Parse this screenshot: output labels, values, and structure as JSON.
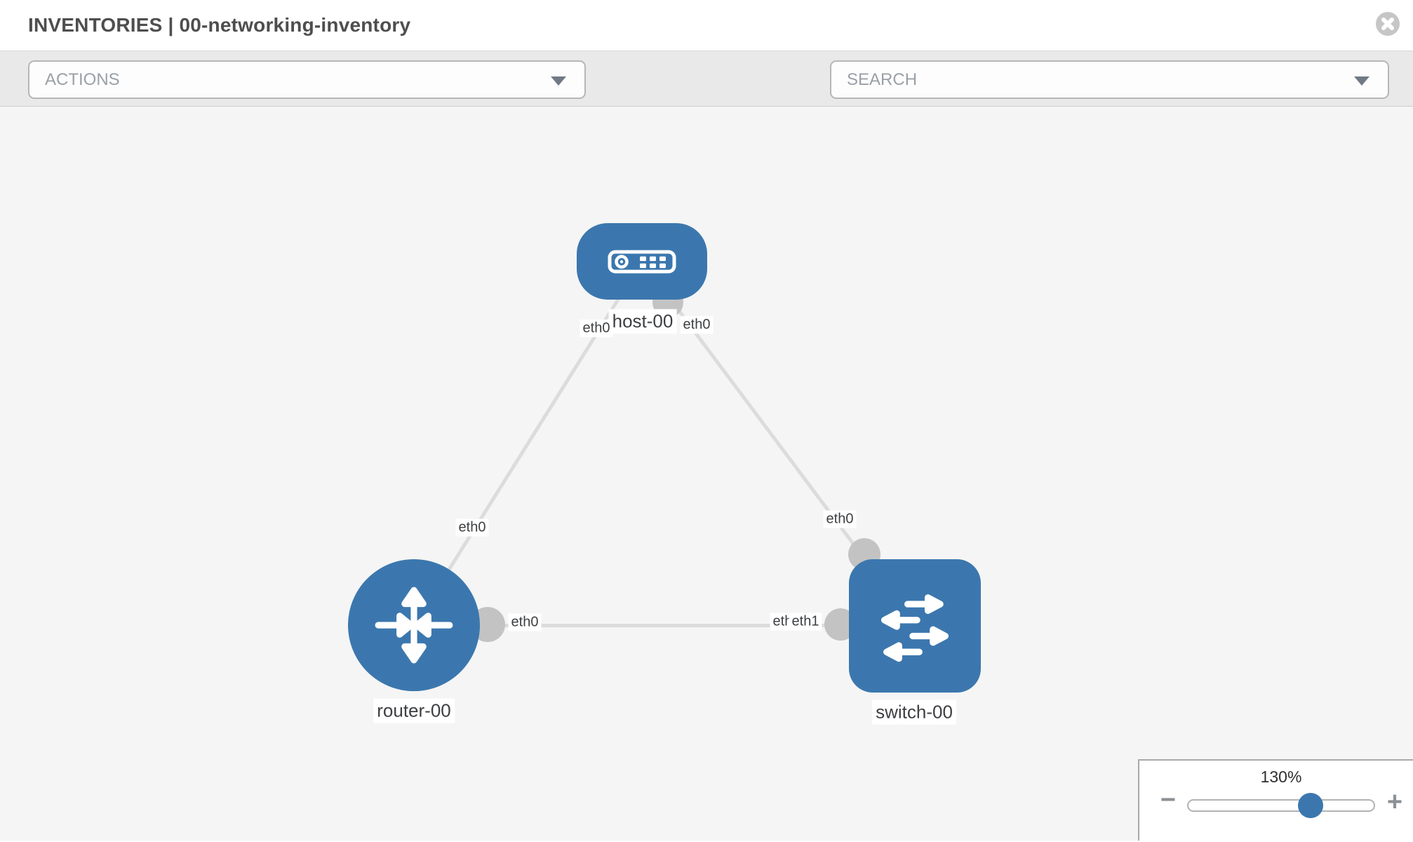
{
  "header": {
    "title": "INVENTORIES | 00-networking-inventory"
  },
  "toolbar": {
    "actions_label": "ACTIONS",
    "search_placeholder": "SEARCH",
    "icons": [
      "wrench-icon",
      "key-icon"
    ]
  },
  "graph": {
    "nodes": [
      {
        "id": "host-00",
        "label": "host-00",
        "type": "host"
      },
      {
        "id": "router-00",
        "label": "router-00",
        "type": "router"
      },
      {
        "id": "switch-00",
        "label": "switch-00",
        "type": "switch"
      }
    ],
    "links": [
      {
        "from": "host-00",
        "to": "router-00",
        "from_interface": "eth0",
        "to_interface": "eth0"
      },
      {
        "from": "host-00",
        "to": "switch-00",
        "from_interface": "eth0",
        "to_interface": "eth0"
      },
      {
        "from": "router-00",
        "to": "switch-00",
        "from_interface": "eth0",
        "to_interface": "eth1",
        "to_interface_under": "eth0"
      }
    ]
  },
  "zoom_control": {
    "level": "130%",
    "minus_glyph": "−",
    "plus_glyph": "+"
  },
  "colors": {
    "node_blue": "#3b77ae",
    "edge_gray": "#dcdcdc",
    "endpoint_gray": "#c3c3c3",
    "canvas_bg": "#f5f5f5",
    "toolbar_bg": "#e9e9e9",
    "icon_gray": "#757b82"
  }
}
